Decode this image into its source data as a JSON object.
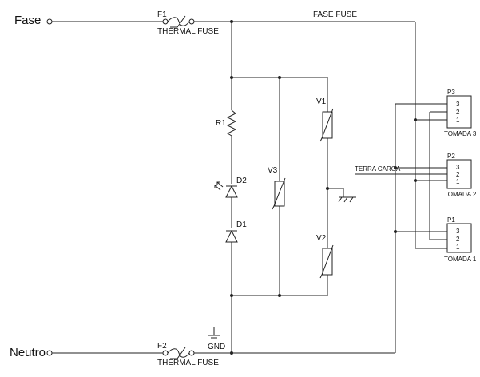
{
  "labels": {
    "fase": "Fase",
    "neutro": "Neutro",
    "f1": "F1",
    "f2": "F2",
    "thermal_fuse_top": "THERMAL FUSE",
    "thermal_fuse_bottom": "THERMAL FUSE",
    "fase_fuse": "FASE FUSE",
    "r1": "R1",
    "d1": "D1",
    "d2": "D2",
    "v1": "V1",
    "v2": "V2",
    "v3": "V3",
    "gnd": "GND",
    "terra_carga": "TERRA CARGA"
  },
  "outlets": [
    {
      "ref": "P3",
      "pins": [
        "3",
        "2",
        "1"
      ],
      "name": "TOMADA 3"
    },
    {
      "ref": "P2",
      "pins": [
        "3",
        "2",
        "1"
      ],
      "name": "TOMADA 2"
    },
    {
      "ref": "P1",
      "pins": [
        "3",
        "2",
        "1"
      ],
      "name": "TOMADA 1"
    }
  ]
}
